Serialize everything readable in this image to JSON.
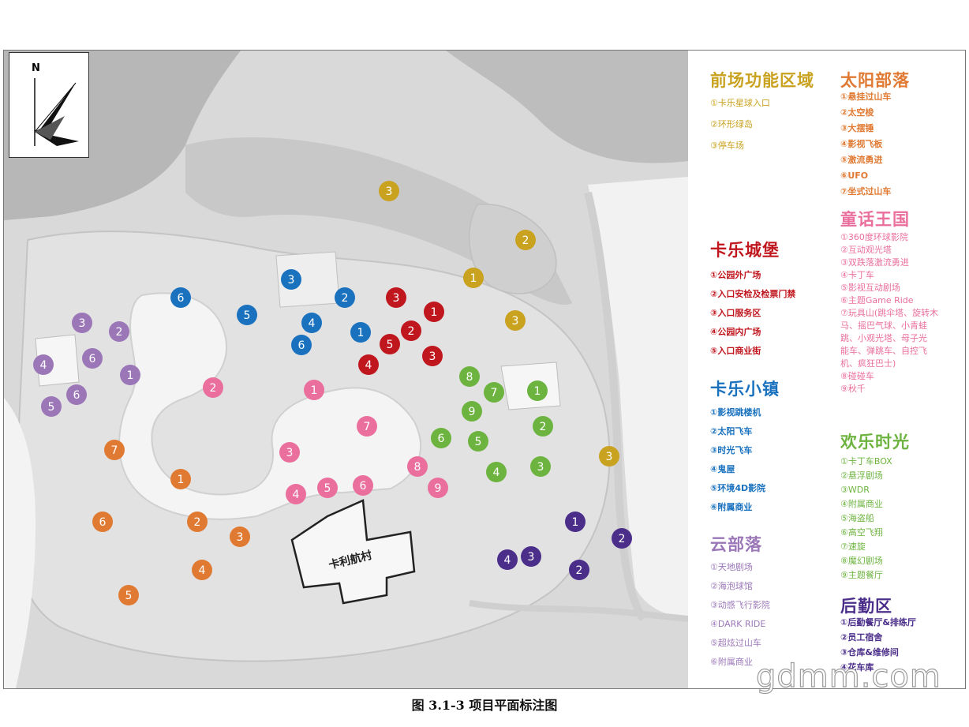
{
  "caption": "图 3.1-3    项目平面标注图",
  "watermark": "gdmm.com",
  "compass": {
    "north_label": "N"
  },
  "village_label": "卡利航村",
  "colors": {
    "front": "#c9a21f",
    "castle": "#c0161e",
    "town": "#1a72bf",
    "cloud": "#9b77b8",
    "sun": "#e07a33",
    "fairy": "#ea6f9c",
    "joy": "#6db33f",
    "logistics": "#4b2e8a"
  },
  "legend": {
    "front": {
      "title": "前场功能区域",
      "items": [
        "①卡乐星球入口",
        "②环形绿岛",
        "③停车场"
      ]
    },
    "castle": {
      "title": "卡乐城堡",
      "items": [
        "①公园外广场",
        "②入口安检及检票门禁",
        "③入口服务区",
        "④公园内广场",
        "⑤入口商业街"
      ]
    },
    "town": {
      "title": "卡乐小镇",
      "items": [
        "①影视跳楼机",
        "②太阳飞车",
        "③时光飞车",
        "④鬼屋",
        "⑤环境4D影院",
        "⑥附属商业"
      ]
    },
    "cloud": {
      "title": "云部落",
      "items": [
        "①天地剧场",
        "②海泡球馆",
        "③动感飞行影院",
        "④DARK RIDE",
        "⑤超炫过山车",
        "⑥附属商业"
      ]
    },
    "sun": {
      "title": "太阳部落",
      "items": [
        "①悬挂过山车",
        "②太空梭",
        "③大摆锤",
        "④影视飞板",
        "⑤激流勇进",
        "⑥UFO",
        "⑦坐式过山车"
      ]
    },
    "fairy": {
      "title": "童话王国",
      "items": [
        "①360度环球影院",
        "②互动观光塔",
        "③双跌落激流勇进",
        "④卡丁车",
        "⑤影视互动剧场",
        "⑥主题Game Ride",
        "⑦玩具山(跳伞塔、旋转木",
        "马、摇巴气球、小青蛙",
        "跳、小观光塔、母子光",
        "能车、弹跳车、自控飞",
        "机、疯狂巴士)",
        "⑧碰碰车",
        "⑨秋千"
      ]
    },
    "joy": {
      "title": "欢乐时光",
      "items": [
        "①卡丁车BOX",
        "②悬浮剧场",
        "③WDR",
        "④附属商业",
        "⑤海盗船",
        "⑥高空飞翔",
        "⑦速旋",
        "⑧魔幻剧场",
        "⑨主题餐厅"
      ]
    },
    "logistics": {
      "title": "后勤区",
      "items": [
        "①后勤餐厅&排练厅",
        "②员工宿舍",
        "③仓库&维修间",
        "④花车库"
      ]
    }
  },
  "markers": [
    {
      "zone": "front",
      "n": "3"
    },
    {
      "zone": "front",
      "n": "2"
    },
    {
      "zone": "front",
      "n": "1"
    },
    {
      "zone": "front",
      "n": "3"
    },
    {
      "zone": "front",
      "n": "3"
    },
    {
      "zone": "town",
      "n": "3"
    },
    {
      "zone": "town",
      "n": "6"
    },
    {
      "zone": "town",
      "n": "5"
    },
    {
      "zone": "town",
      "n": "2"
    },
    {
      "zone": "town",
      "n": "4"
    },
    {
      "zone": "town",
      "n": "1"
    },
    {
      "zone": "town",
      "n": "6"
    },
    {
      "zone": "castle",
      "n": "3"
    },
    {
      "zone": "castle",
      "n": "1"
    },
    {
      "zone": "castle",
      "n": "2"
    },
    {
      "zone": "castle",
      "n": "5"
    },
    {
      "zone": "castle",
      "n": "4"
    },
    {
      "zone": "castle",
      "n": "3"
    },
    {
      "zone": "cloud",
      "n": "3"
    },
    {
      "zone": "cloud",
      "n": "2"
    },
    {
      "zone": "cloud",
      "n": "6"
    },
    {
      "zone": "cloud",
      "n": "4"
    },
    {
      "zone": "cloud",
      "n": "1"
    },
    {
      "zone": "cloud",
      "n": "6"
    },
    {
      "zone": "cloud",
      "n": "5"
    },
    {
      "zone": "fairy",
      "n": "2"
    },
    {
      "zone": "fairy",
      "n": "1"
    },
    {
      "zone": "fairy",
      "n": "7"
    },
    {
      "zone": "fairy",
      "n": "3"
    },
    {
      "zone": "fairy",
      "n": "8"
    },
    {
      "zone": "fairy",
      "n": "4"
    },
    {
      "zone": "fairy",
      "n": "5"
    },
    {
      "zone": "fairy",
      "n": "6"
    },
    {
      "zone": "fairy",
      "n": "9"
    },
    {
      "zone": "joy",
      "n": "8"
    },
    {
      "zone": "joy",
      "n": "7"
    },
    {
      "zone": "joy",
      "n": "1"
    },
    {
      "zone": "joy",
      "n": "9"
    },
    {
      "zone": "joy",
      "n": "2"
    },
    {
      "zone": "joy",
      "n": "6"
    },
    {
      "zone": "joy",
      "n": "5"
    },
    {
      "zone": "joy",
      "n": "4"
    },
    {
      "zone": "joy",
      "n": "3"
    },
    {
      "zone": "sun",
      "n": "7"
    },
    {
      "zone": "sun",
      "n": "1"
    },
    {
      "zone": "sun",
      "n": "6"
    },
    {
      "zone": "sun",
      "n": "2"
    },
    {
      "zone": "sun",
      "n": "3"
    },
    {
      "zone": "sun",
      "n": "4"
    },
    {
      "zone": "sun",
      "n": "5"
    },
    {
      "zone": "logistics",
      "n": "1"
    },
    {
      "zone": "logistics",
      "n": "2"
    },
    {
      "zone": "logistics",
      "n": "4"
    },
    {
      "zone": "logistics",
      "n": "3"
    },
    {
      "zone": "logistics",
      "n": "2"
    }
  ]
}
